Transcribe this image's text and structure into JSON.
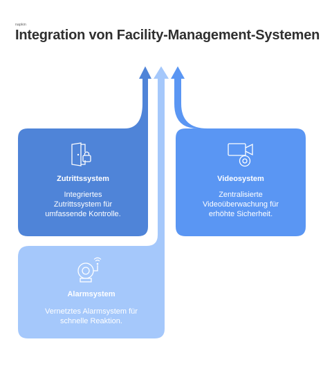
{
  "header": {
    "logo_text": "napkin",
    "title": "Integration von Facility-Management-Systemen"
  },
  "colors": {
    "zutritt": "#4f84d8",
    "alarm": "#a5c8fb",
    "video": "#5a96f3",
    "text": "#ffffff",
    "title": "#2f2f2f"
  },
  "cards": {
    "zutritt": {
      "title": "Zutrittssystem",
      "desc1": "Integriertes",
      "desc2": "Zutrittssystem für",
      "desc3": "umfassende Kontrolle.",
      "icon": "door-lock-icon"
    },
    "video": {
      "title": "Videosystem",
      "desc1": "Zentralisierte",
      "desc2": "Videoüberwachung für",
      "desc3": "erhöhte Sicherheit.",
      "icon": "video-camera-icon"
    },
    "alarm": {
      "title": "Alarmsystem",
      "desc1": "Vernetztes Alarmsystem für",
      "desc2": "schnelle Reaktion.",
      "icon": "alarm-bell-icon"
    }
  }
}
